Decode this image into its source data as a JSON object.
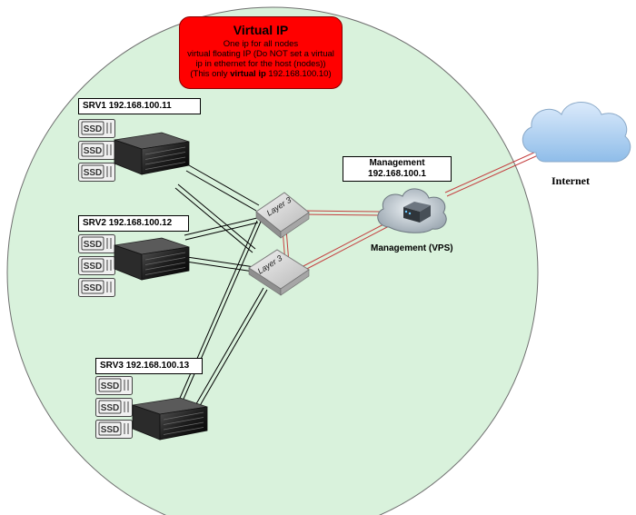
{
  "virtual_ip": {
    "title": "Virtual IP",
    "line1": "One ip for all nodes",
    "line2": "virtual floating IP (Do NOT set a virtual",
    "line3": "ip in ethernet for the host (nodes))",
    "line4_prefix": "(This only ",
    "line4_bold": "virtual ip",
    "line4_suffix": " 192.168.100.10)"
  },
  "servers": [
    {
      "label": "SRV1 192.168.100.11",
      "disks": [
        "SSD",
        "SSD",
        "SSD"
      ]
    },
    {
      "label": "SRV2 192.168.100.12",
      "disks": [
        "SSD",
        "SSD",
        "SSD"
      ]
    },
    {
      "label": "SRV3 192.168.100.13",
      "disks": [
        "SSD",
        "SSD",
        "SSD"
      ]
    }
  ],
  "switches": [
    {
      "label": "Layer 3"
    },
    {
      "label": "Layer 3"
    }
  ],
  "management": {
    "title": "Management",
    "ip": "192.168.100.1",
    "caption": "Management (VPS)"
  },
  "internet": {
    "label": "Internet"
  },
  "colors": {
    "zone_fill": "#d9f2dc",
    "vip_fill": "#ff0000",
    "red_link": "#c44040",
    "cloud": "#a9cdf0"
  }
}
